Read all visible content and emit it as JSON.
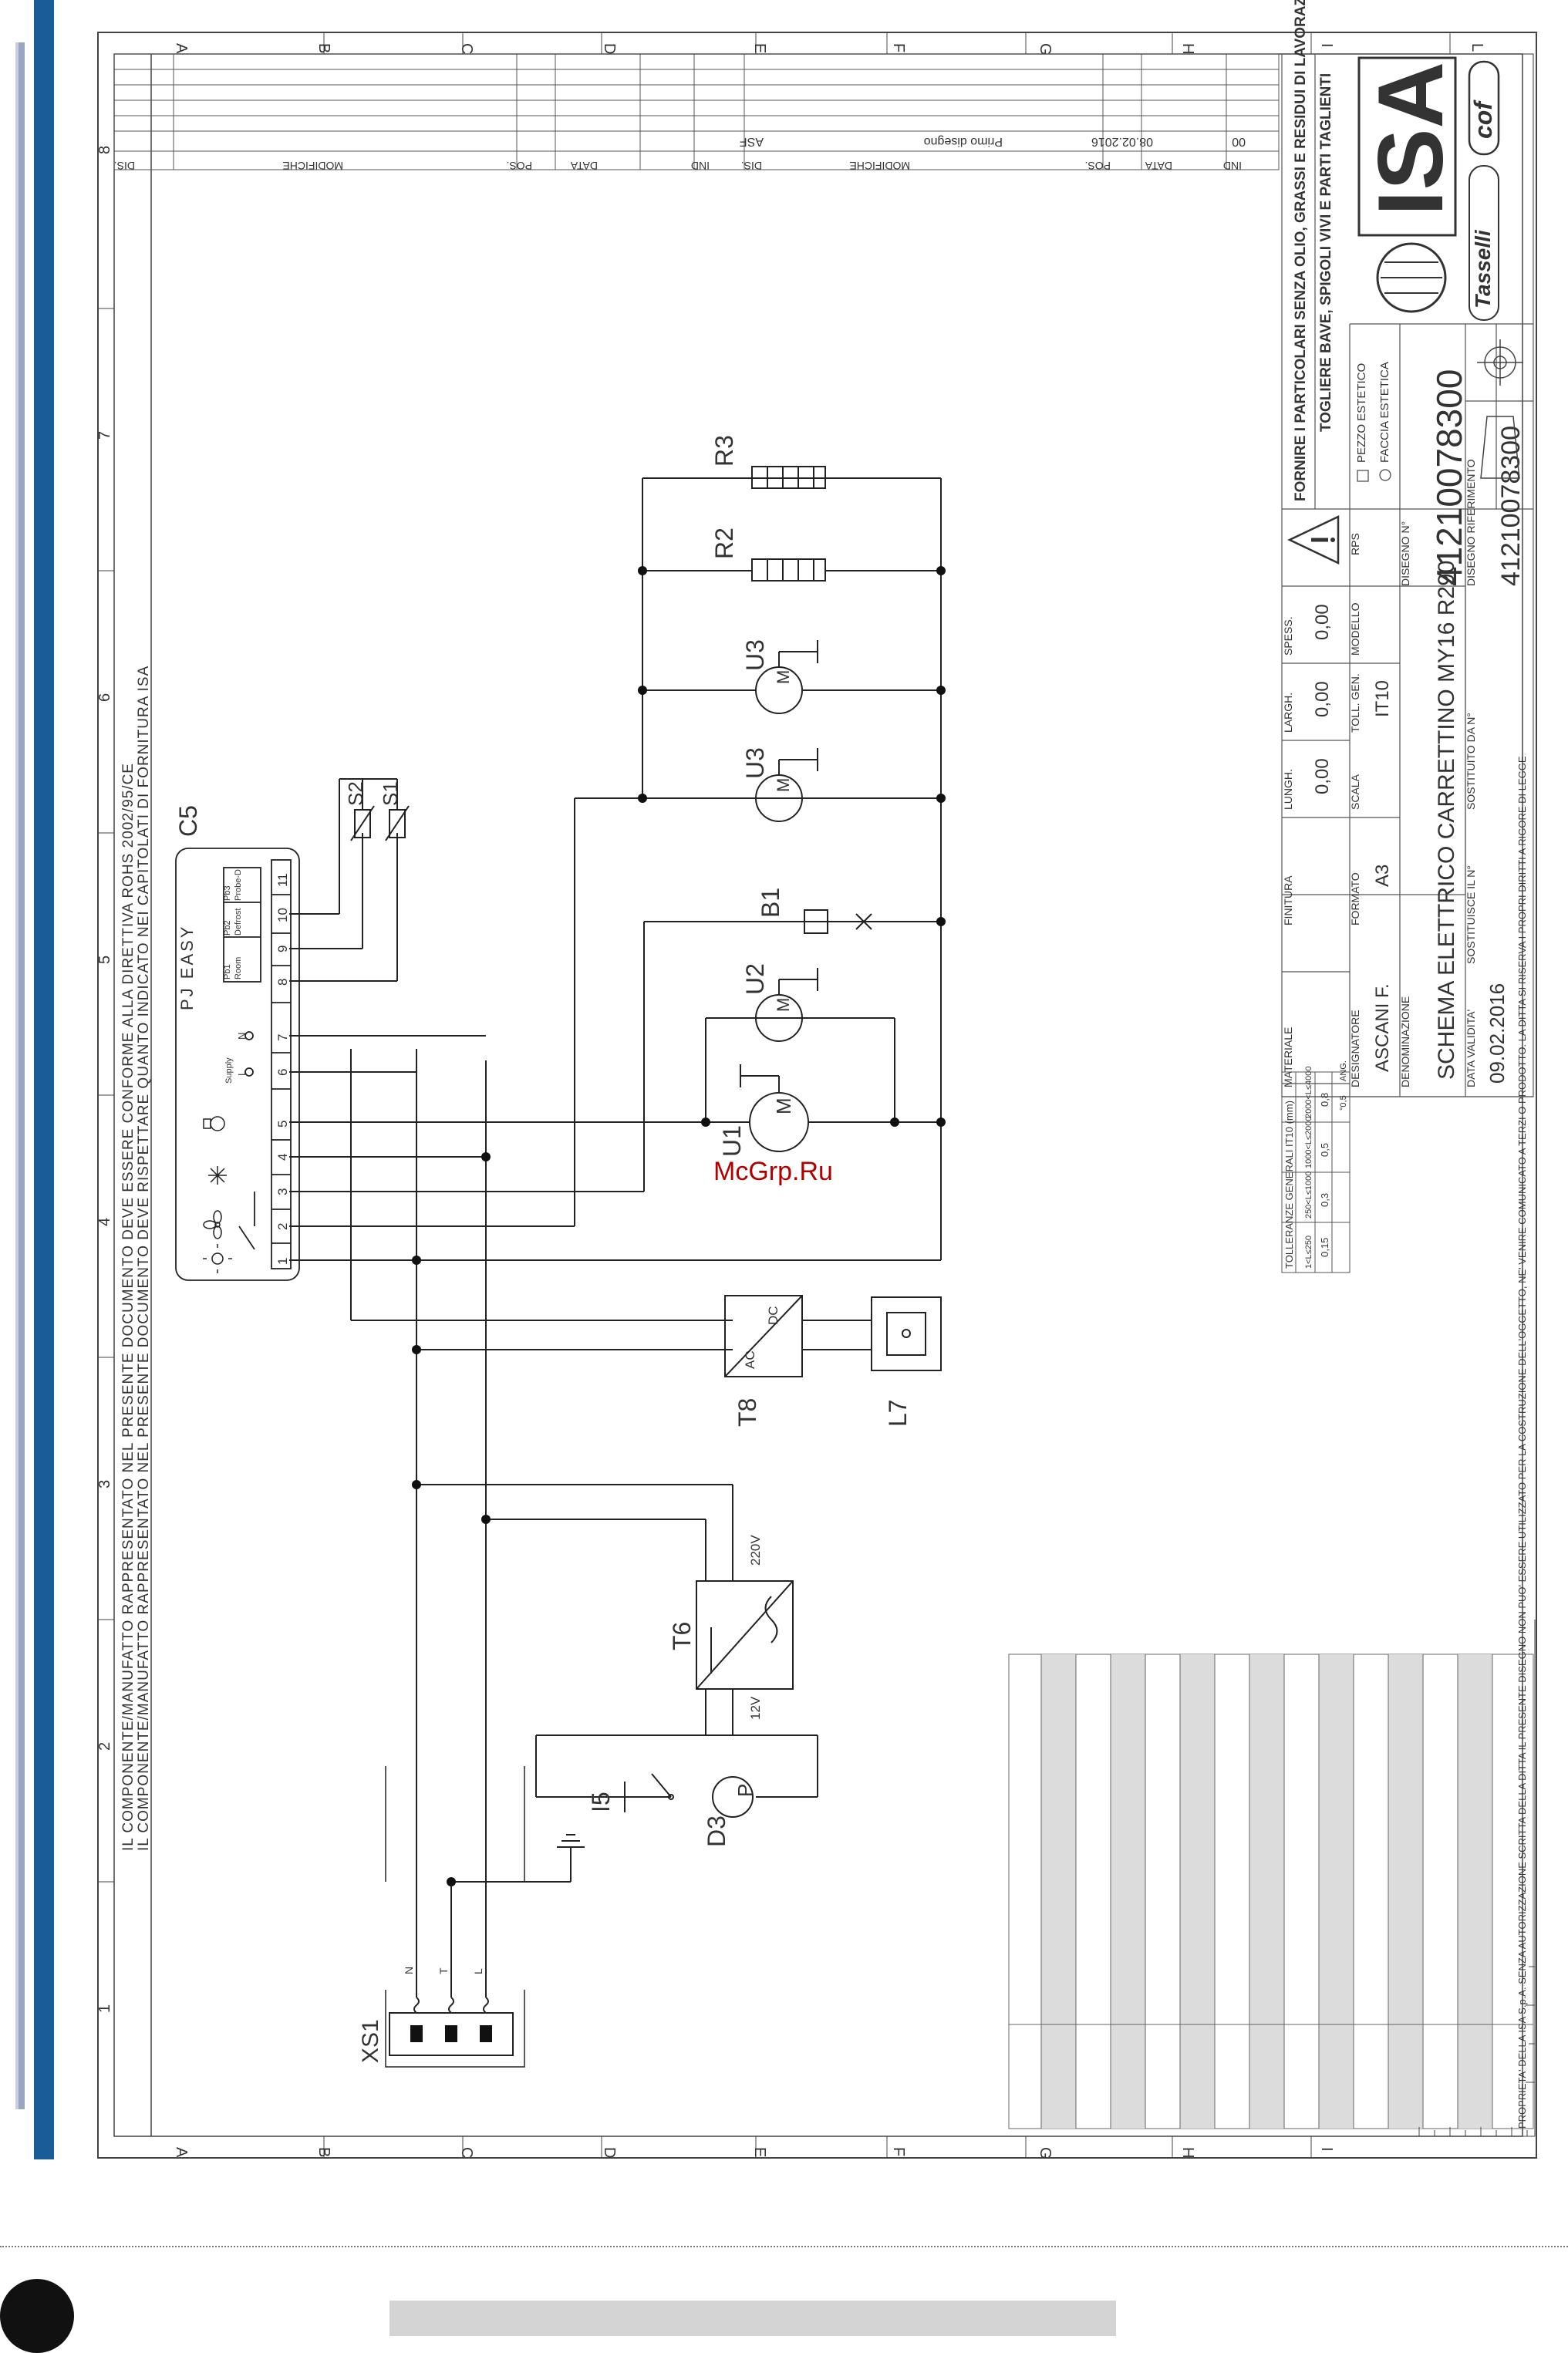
{
  "notes": {
    "line1": "IL COMPONENTE/MANUFATTO RAPPRESENTATO NEL PRESENTE DOCUMENTO DEVE ESSERE CONFORME ALLA DIRETTIVA ROHS 2002/95/CE",
    "line2": "IL COMPONENTE/MANUFATTO RAPPRESENTATO NEL PRESENTE DOCUMENTO DEVE RISPETTARE QUANTO INDICATO NEI CAPITOLATI DI FORNITURA ISA",
    "warning1": "FORNIRE I PARTICOLARI SENZA OLIO, GRASSI E RESIDUI DI LAVORAZIONE",
    "warning2": "TOGLIERE BAVE, SPIGOLI VIVI E PARTI TAGLIENTI",
    "property": "PROPRIETA' DELLA ISA S.p.A. SENZA AUTORIZZAZIONE SCRITTA DELLA DITTA IL PRESENTE DISEGNO NON PUO' ESSERE UTILIZZATO PER LA COSTRUZIONE DELL'OGGETTO, NE' VENIRE COMUNICATO A TERZI O PRODOTTO. LA DITTA SI RISERVA I PROPRI DIRITTI A RIGORE DI LEGGE"
  },
  "grid": {
    "rows": [
      "A",
      "B",
      "C",
      "D",
      "E",
      "F",
      "G",
      "H",
      "I",
      "L"
    ],
    "cols": [
      "1",
      "2",
      "3",
      "4",
      "5",
      "6",
      "7",
      "8"
    ]
  },
  "revisions": {
    "headers_left": [
      "DIS.",
      "MODIFICHE",
      "POS.",
      "DATA",
      "IND"
    ],
    "headers_right": [
      "DIS.",
      "MODIFICHE",
      "POS.",
      "DATA",
      "IND"
    ],
    "entry": {
      "dis": "ASF",
      "modifiche": "Primo disegno",
      "data": "08.02.2016",
      "ind": "00"
    }
  },
  "title_block": {
    "materiale_label": "MATERIALE",
    "finitura_label": "FINITURA",
    "lungh_label": "LUNGH.",
    "largh_label": "LARGH.",
    "spess_label": "SPESS.",
    "lungh": "0,00",
    "largh": "0,00",
    "spess": "0,00",
    "designatore_label": "DESIGNATORE",
    "designatore": "ASCANI F.",
    "formato_label": "FORMATO",
    "formato": "A3",
    "scala_label": "SCALA",
    "toll_label": "TOLL. GEN.",
    "toll": "IT10",
    "modello_label": "MODELLO",
    "rps_label": "RPS",
    "pezzo": "PEZZO ESTETICO",
    "faccia": "FACCIA ESTETICA",
    "denominazione_label": "DENOMINAZIONE",
    "denominazione": "SCHEMA ELETTRICO CARRETTINO MY16 R290",
    "disegno_label": "DISEGNO N°",
    "disegno": "41210078300",
    "data_validita_label": "DATA VALIDITA'",
    "data_validita": "09.02.2016",
    "sostituisce_label": "SOSTITUISCE IL N°",
    "sostituito_label": "SOSTITUITO DA N°",
    "riferimento_label": "DISEGNO RIFERIMENTO",
    "riferimento": "41210078300",
    "tolleranze": "TOLLERANZE GENERALI IT10 (mm)",
    "tol_ranges": [
      "1<L≤250",
      "250<L≤1000",
      "1000<L≤2000",
      "2000<L≤4000"
    ],
    "tol_values": [
      "0,15",
      "0,3",
      "0,5",
      "0,8"
    ],
    "ang_label": "ANG.",
    "ang_value": "°0,5"
  },
  "brands": {
    "isa": "ISA",
    "tasselli": "Tasselli",
    "cof": "cof"
  },
  "components": {
    "xs1": "XS1",
    "d3": "D3",
    "i5": "I5",
    "t6": "T6",
    "t8": "T8",
    "l7": "L7",
    "u1": "U1",
    "u2": "U2",
    "b1": "B1",
    "u3a": "U3",
    "u3b": "U3",
    "r2": "R2",
    "r3": "R3",
    "c5": "C5",
    "s1": "S1",
    "s2": "S2",
    "t6_in": "220V",
    "t6_out": "12V",
    "t8_in": "AC",
    "t8_out": "DC",
    "pump": "P",
    "motor": "M",
    "pj": "PJ EASY",
    "supply": "Supply",
    "l": "L",
    "n": "N",
    "pb1": "Pb1",
    "pb2": "Pb2",
    "pb3": "Pb3",
    "room": "Room",
    "defrost": "Defrost",
    "probe": "Probe-D.",
    "xs_n": "N",
    "xs_t": "T",
    "xs_l": "L",
    "terms": [
      "1",
      "2",
      "3",
      "4",
      "5",
      "6",
      "7",
      "8",
      "9",
      "10",
      "11"
    ]
  },
  "watermark": "McGrp.Ru"
}
